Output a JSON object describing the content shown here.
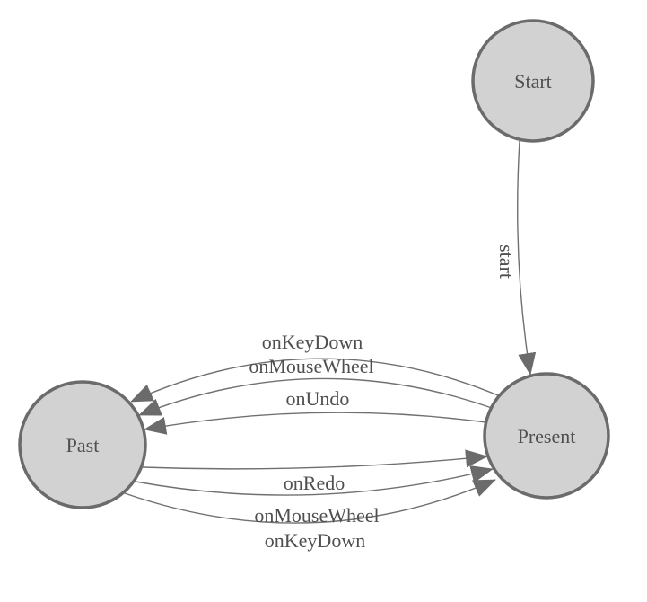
{
  "diagram": {
    "type": "state-diagram",
    "nodes": [
      {
        "id": "start",
        "label": "Start"
      },
      {
        "id": "present",
        "label": "Present"
      },
      {
        "id": "past",
        "label": "Past"
      }
    ],
    "edges": [
      {
        "from": "Start",
        "to": "Present",
        "label": "start"
      },
      {
        "from": "Present",
        "to": "Past",
        "label": "onKeyDown"
      },
      {
        "from": "Present",
        "to": "Past",
        "label": "onMouseWheel"
      },
      {
        "from": "Present",
        "to": "Past",
        "label": "onUndo"
      },
      {
        "from": "Past",
        "to": "Present",
        "label": "onRedo"
      },
      {
        "from": "Past",
        "to": "Present",
        "label": "onMouseWheel"
      },
      {
        "from": "Past",
        "to": "Present",
        "label": "onKeyDown"
      }
    ],
    "colors": {
      "node_fill": "#d2d2d2",
      "node_stroke": "#6b6b6b",
      "edge_stroke": "#707070",
      "arrow_fill": "#6b6b6b",
      "text": "#4f4f4f",
      "background": "#ffffff"
    }
  }
}
